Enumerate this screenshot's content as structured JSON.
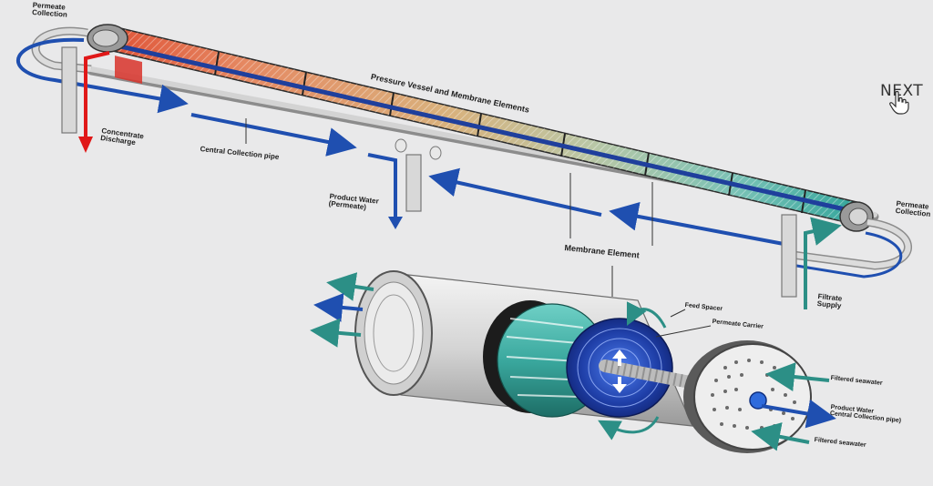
{
  "navigation": {
    "next_label": "NEXT"
  },
  "labels": {
    "permeate_collection_left": [
      "Permeate",
      "Collection"
    ],
    "pressure_vessel": "Pressure Vessel and Membrane Elements",
    "concentrate_discharge": [
      "Concentrate",
      "Discharge"
    ],
    "central_collection_pipe": "Central Collection pipe",
    "product_water": [
      "Product Water",
      "(Permeate)"
    ],
    "membrane_element": "Membrane Element",
    "permeate_collection_right": [
      "Permeate",
      "Collection"
    ],
    "filtrate_supply": [
      "Filtrate",
      "Supply"
    ],
    "feed_spacer": "Feed Spacer",
    "permeate_carrier": "Permeate Carrier",
    "filtered_seawater_top": "Filtered seawater",
    "product_water_pipe": [
      "Product Water",
      "Central Collection pipe)"
    ],
    "filtered_seawater_bottom": "Filtered seawater"
  },
  "colors": {
    "background": "#e9e9ea",
    "flow_blue": "#1f4fb0",
    "concentrate_red": "#e01818",
    "teal": "#3aa89e",
    "pipe_grey": "#c9c9c9"
  }
}
